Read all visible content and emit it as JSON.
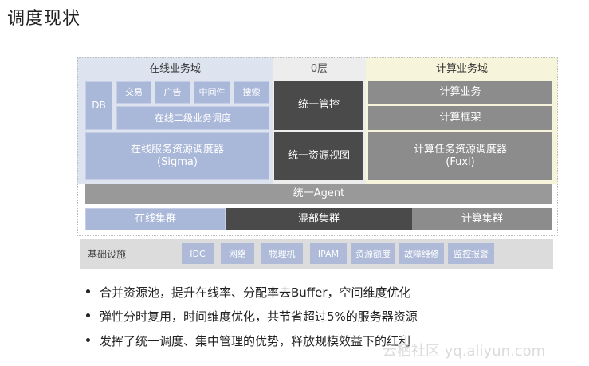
{
  "title": "调度现状",
  "domains": {
    "online": "在线业务域",
    "layer0": "0层",
    "compute": "计算业务域"
  },
  "online": {
    "db": "DB",
    "apps": [
      "交易",
      "广告",
      "中间件",
      "搜索"
    ],
    "second_level": "在线二级业务调度",
    "scheduler_line1": "在线服务资源调度器",
    "scheduler_line2": "(Sigma)"
  },
  "layer0": {
    "control": "统一管控",
    "resource_view": "统一资源视图"
  },
  "compute": {
    "business": "计算业务",
    "framework": "计算框架",
    "scheduler_line1": "计算任务资源调度器",
    "scheduler_line2": "(Fuxi)"
  },
  "agent": "统一Agent",
  "clusters": {
    "online": "在线集群",
    "mixed": "混部集群",
    "compute": "计算集群"
  },
  "infra": {
    "label": "基础设施",
    "items": [
      "IDC",
      "网络",
      "物理机",
      "IPAM",
      "资源额度",
      "故障维修",
      "监控报警"
    ]
  },
  "bullets": [
    "合并资源池，提升在线率、分配率去Buffer，空间维度优化",
    "弹性分时复用，时间维度优化，共节省超过5%的服务器资源",
    "发挥了统一调度、集中管理的优势，释放规模效益下的红利"
  ],
  "watermark": "云栖社区 yq.aliyun.com"
}
